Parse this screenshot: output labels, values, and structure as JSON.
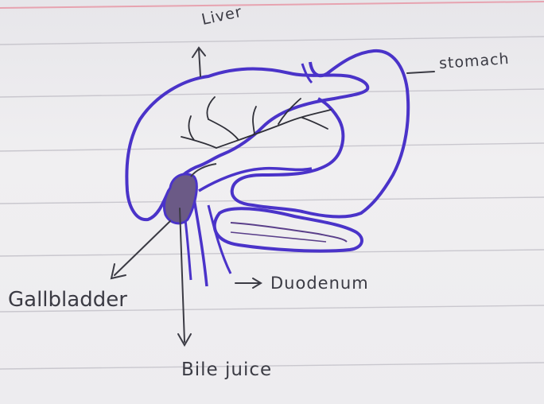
{
  "labels": {
    "liver": "Liver",
    "stomach": "stomach",
    "gallbladder": "Gallbladder",
    "duodenum": "Duodenum",
    "bile_juice": "Bile juice"
  },
  "colors": {
    "organ_outline": "#4a33c9",
    "ink": "#3b3b44",
    "ruled_line": "#c9c7ce",
    "margin_line": "#e7a3b0",
    "gallbladder_fill": "#6b5a86"
  }
}
